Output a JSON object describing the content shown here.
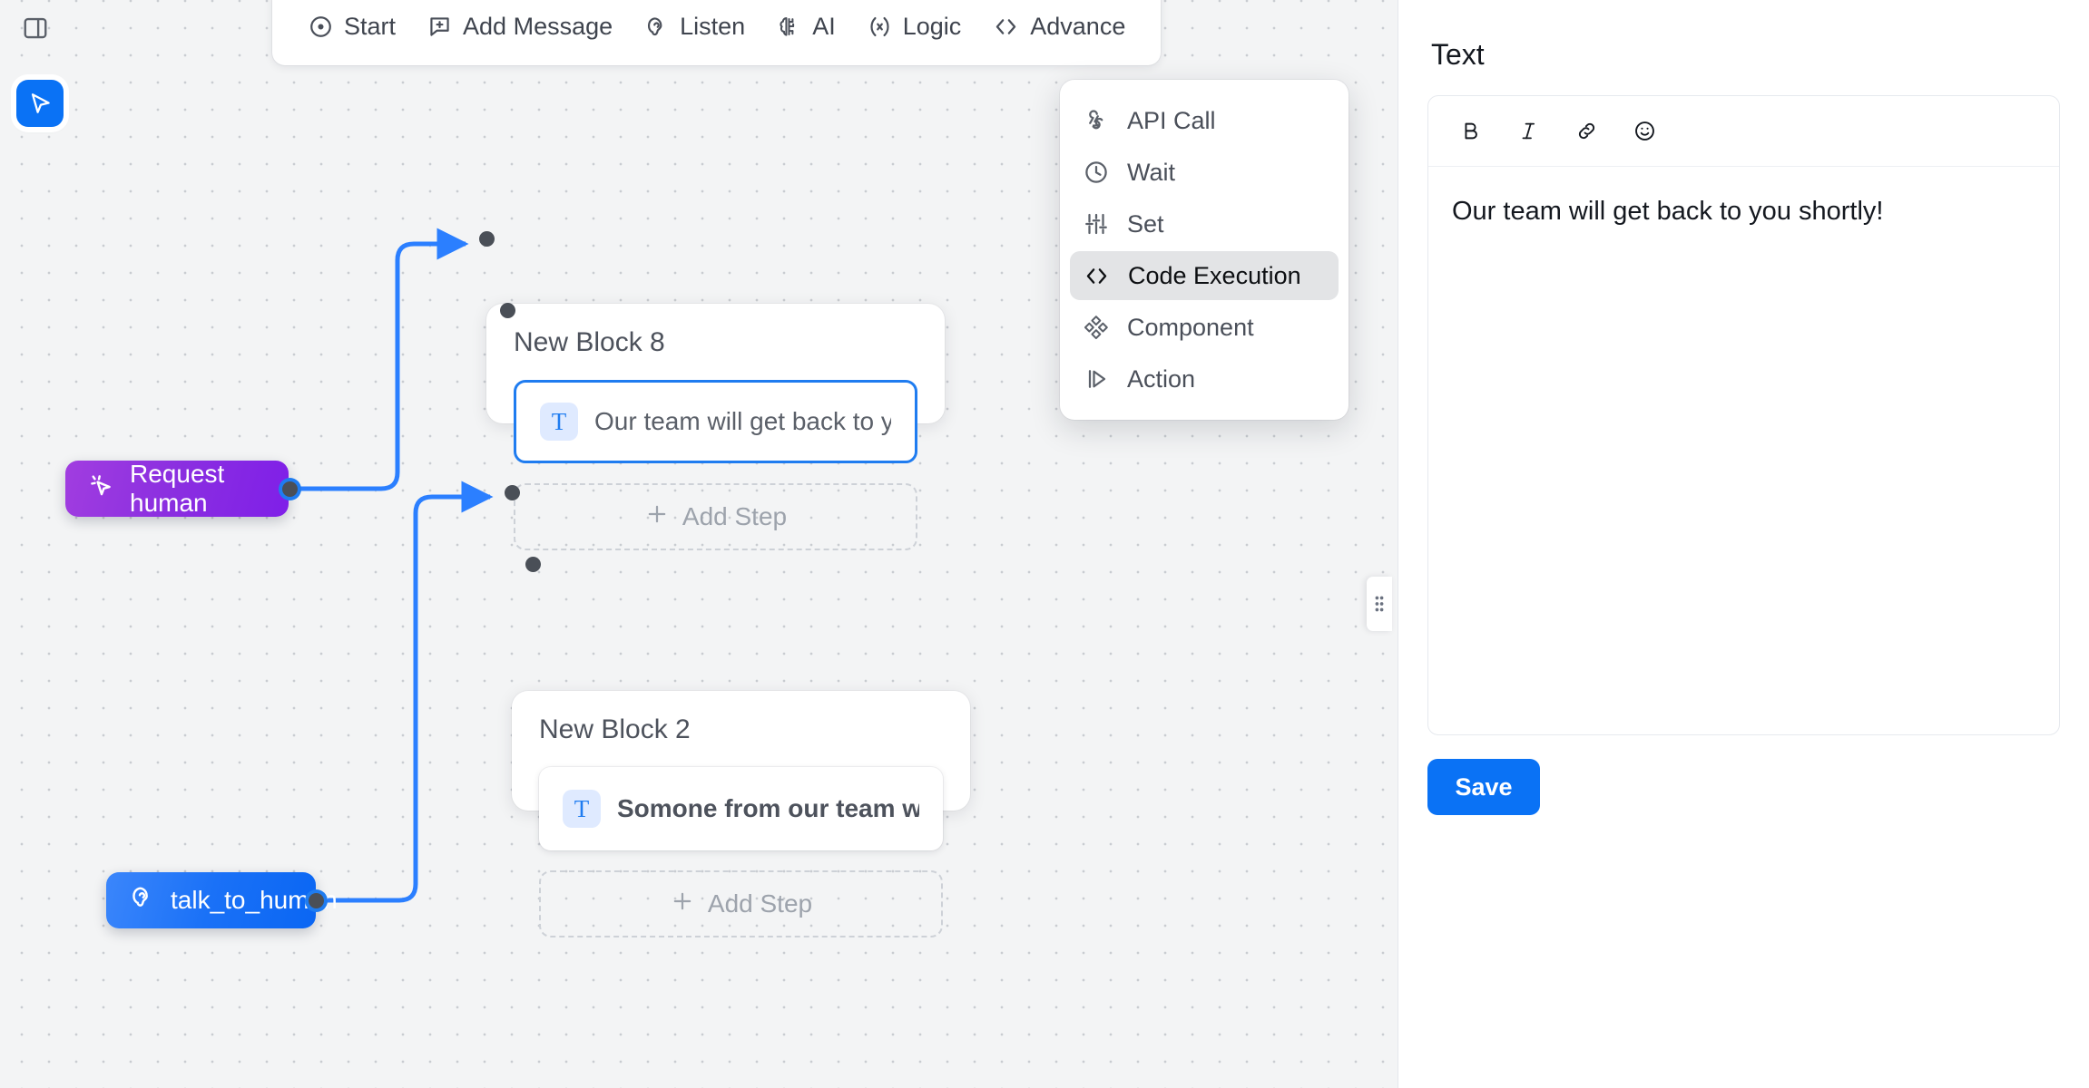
{
  "tools": {
    "panel_toggle": "panel-toggle-icon",
    "cursor_tool": "cursor-arrow-icon"
  },
  "toolbar": {
    "items": [
      {
        "label": "Start",
        "icon": "circle-dot-icon"
      },
      {
        "label": "Add Message",
        "icon": "message-square-plus-icon"
      },
      {
        "label": "Listen",
        "icon": "ear-icon"
      },
      {
        "label": "AI",
        "icon": "brain-icon"
      },
      {
        "label": "Logic",
        "icon": "function-x-icon"
      },
      {
        "label": "Advance",
        "icon": "code-brackets-icon"
      }
    ]
  },
  "dropdown": {
    "items": [
      {
        "label": "API Call",
        "icon": "webhook-icon",
        "active": false
      },
      {
        "label": "Wait",
        "icon": "clock-icon",
        "active": false
      },
      {
        "label": "Set",
        "icon": "sliders-icon",
        "active": false
      },
      {
        "label": "Code Execution",
        "icon": "code-brackets-icon",
        "active": true
      },
      {
        "label": "Component",
        "icon": "diamonds-icon",
        "active": false
      },
      {
        "label": "Action",
        "icon": "play-step-icon",
        "active": false
      }
    ]
  },
  "canvas": {
    "nodes": [
      {
        "label": "Request human",
        "icon": "cursor-click-icon",
        "color": "#8b2fe0"
      },
      {
        "label": "talk_to_human",
        "icon": "ear-icon",
        "color": "#1a71f7"
      }
    ],
    "blocks": [
      {
        "title": "New Block 8",
        "step": {
          "icon": "text-t-icon",
          "text": "Our team will get back to you shortly!"
        },
        "add_step_label": "Add Step"
      },
      {
        "title": "New Block 2",
        "step": {
          "icon": "text-t-icon",
          "text": "Somone from our team will connect with you"
        },
        "add_step_label": "Add Step"
      }
    ],
    "edge_color": "#2b7fff",
    "port_color": "#4a4f57"
  },
  "panel": {
    "title": "Text",
    "editor_toolbar": [
      {
        "label": "B",
        "icon": "bold-icon"
      },
      {
        "label": "I",
        "icon": "italic-icon"
      },
      {
        "label": "",
        "icon": "link-icon"
      },
      {
        "label": "",
        "icon": "emoji-icon"
      }
    ],
    "content": "Our team will get back to you shortly!",
    "save_label": "Save",
    "accent_color": "#0a72f5"
  }
}
